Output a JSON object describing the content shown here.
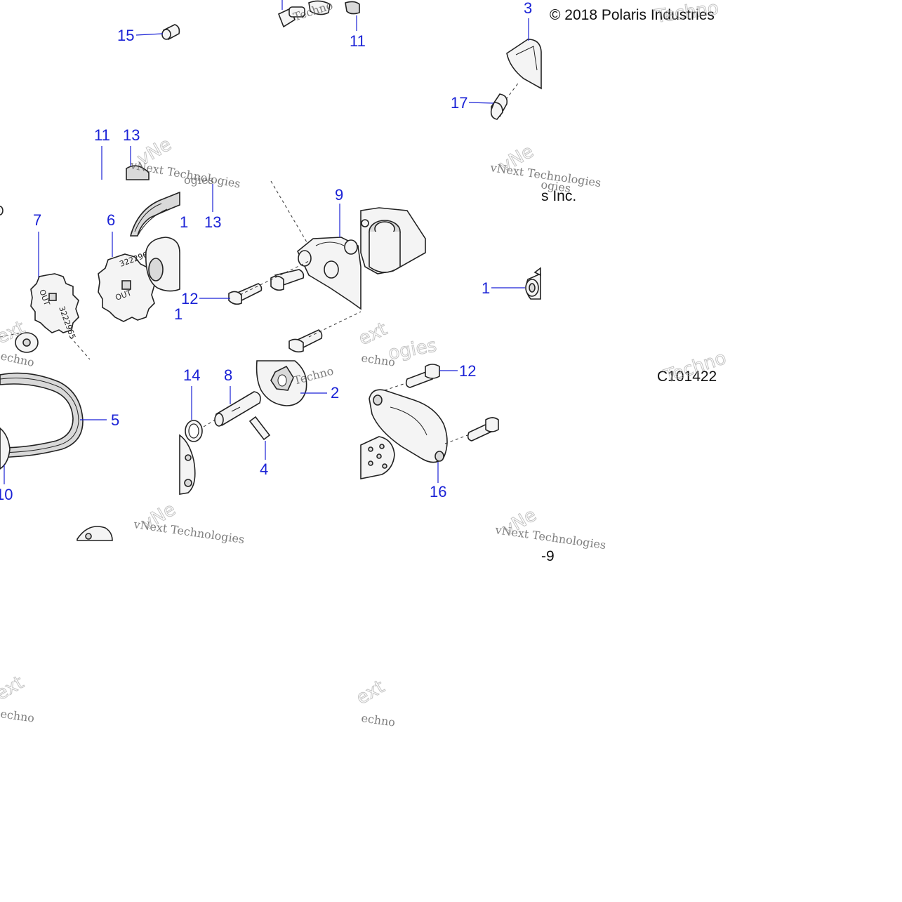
{
  "copyright": "© 2018 Polaris Industries",
  "copyright_tail": "s Inc.",
  "drawing_code": "C101422",
  "page_fragment": "-9",
  "watermark_line": "vNext Technologies",
  "watermark_words": {
    "word1": "vNe",
    "word2": "Techno",
    "word3": "ext",
    "word4": "ogies",
    "word5": "echno"
  },
  "sprocket_stamps": {
    "out": "OUT",
    "part_number": "3222965"
  },
  "callouts": {
    "c1": "1",
    "c2": "2",
    "c3": "3",
    "c4": "4",
    "c5": "5",
    "c6": "6",
    "c7": "7",
    "c8": "8",
    "c9": "9",
    "c10": "10",
    "c11": "11",
    "c12": "12",
    "c13": "13",
    "c14": "14",
    "c15": "15",
    "c16": "16",
    "c17": "17"
  },
  "colors": {
    "callout": "#1a22d6",
    "line_art": "#222222",
    "background": "#ffffff"
  }
}
